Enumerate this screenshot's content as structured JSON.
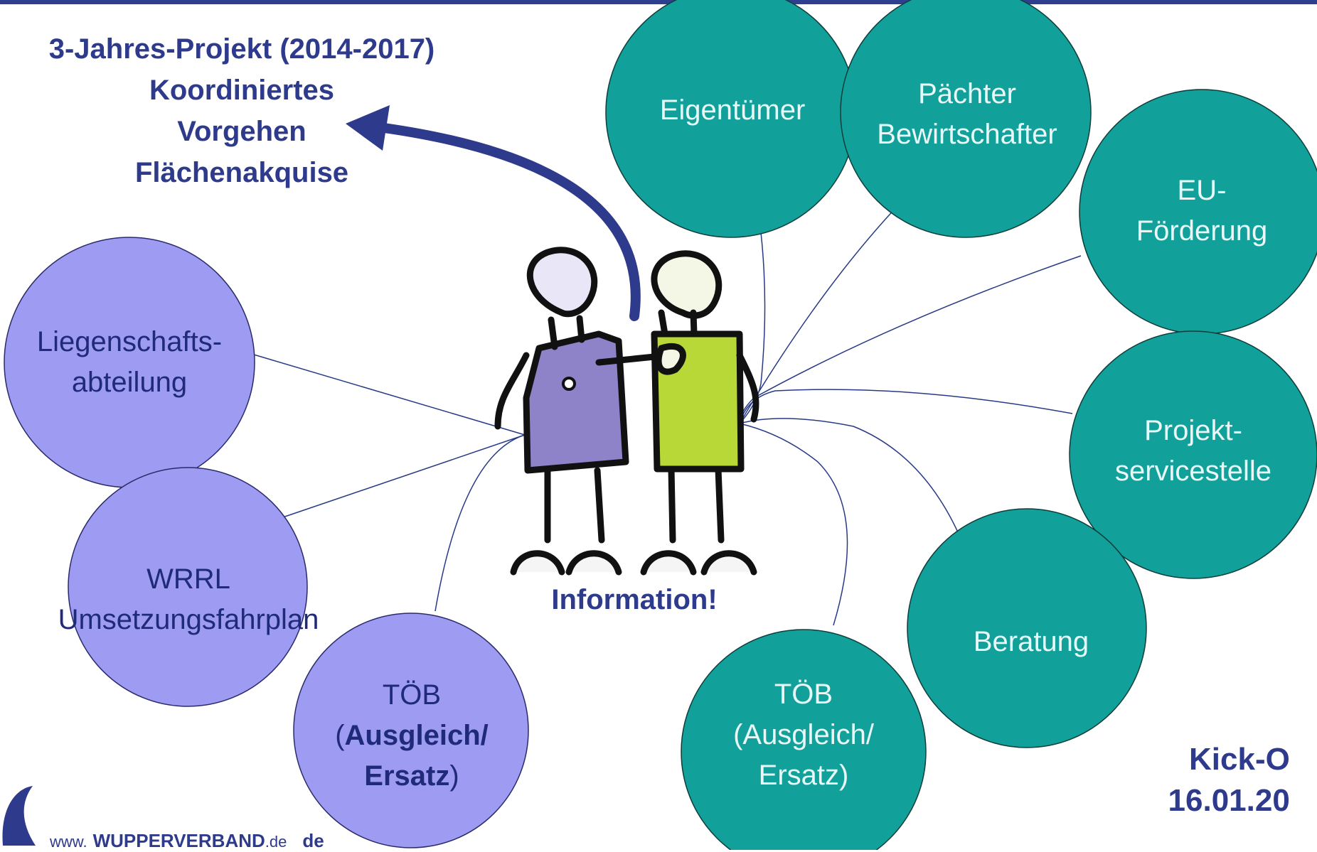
{
  "title": {
    "lines": [
      "3-Jahres-Projekt (2014-2017)",
      "Koordiniertes",
      "Vorgehen",
      "Flächenakquise"
    ]
  },
  "center": {
    "label": "Information!"
  },
  "nodes": {
    "liegenschaft": {
      "lines": [
        "Liegenschafts-",
        "abteilung"
      ]
    },
    "wrrl": {
      "lines": [
        "WRRL",
        "Umsetzungsfahrplan"
      ]
    },
    "toeb_left": {
      "line1": "TÖB",
      "open": "(",
      "bold1": "Ausgleich/",
      "bold2": "Ersatz",
      "close": ")"
    },
    "eigentuemer": {
      "lines": [
        "Eigentümer"
      ]
    },
    "paechter": {
      "lines": [
        "Pächter",
        "Bewirtschafter"
      ]
    },
    "eu": {
      "lines": [
        "EU-",
        "Förderung"
      ]
    },
    "projekt": {
      "lines": [
        "Projekt-",
        "servicestelle"
      ]
    },
    "beratung": {
      "lines": [
        "Beratung"
      ]
    },
    "toeb_right": {
      "lines": [
        "TÖB",
        "(Ausgleich/",
        "Ersatz)"
      ]
    }
  },
  "footer": {
    "kick_line1": "Kick-O",
    "kick_line2": "16.01.20",
    "logo_prefix": "www.",
    "logo_main": "WUPPERVERBAND",
    "logo_suffix": ".de",
    "logo_tail": "de"
  },
  "colors": {
    "lavender": "#9e9cf2",
    "teal": "#12a09a",
    "navy": "#2e3a8c",
    "line": "#283a86"
  }
}
